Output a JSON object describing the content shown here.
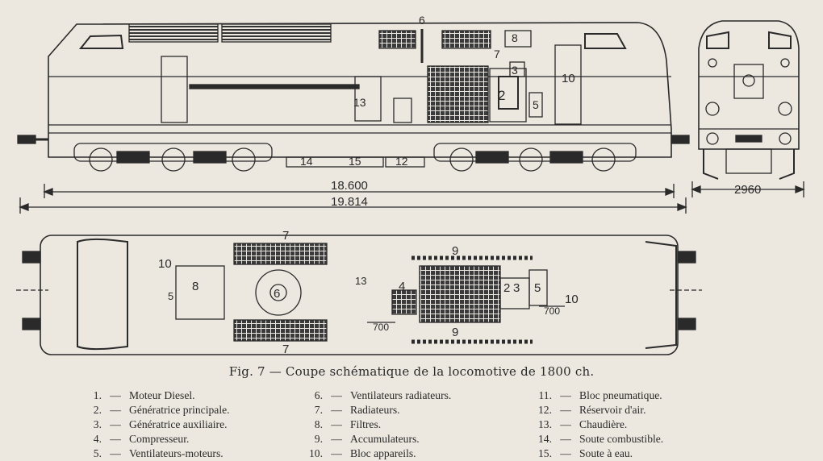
{
  "figure": {
    "caption": "Fig. 7 — Coupe schématique de la locomotive de 1800 ch."
  },
  "dimensions": {
    "overall_length": "18.600",
    "buffer_length": "19.814",
    "width": "2960",
    "plan_gap_left": "700",
    "plan_gap_right": "700"
  },
  "elevation_labels": [
    "6",
    "8",
    "7",
    "10",
    "3",
    "2",
    "5",
    "13",
    "14",
    "15",
    "12"
  ],
  "plan_labels": [
    "7",
    "7",
    "10",
    "8",
    "5",
    "6",
    "13",
    "9",
    "9",
    "4",
    "2",
    "3",
    "5",
    "10"
  ],
  "legend": [
    [
      {
        "num": "1.",
        "label": "Moteur Diesel."
      },
      {
        "num": "2.",
        "label": "Génératrice principale."
      },
      {
        "num": "3.",
        "label": "Génératrice auxiliaire."
      },
      {
        "num": "4.",
        "label": "Compresseur."
      },
      {
        "num": "5.",
        "label": "Ventilateurs-moteurs."
      }
    ],
    [
      {
        "num": "6.",
        "label": "Ventilateurs radiateurs."
      },
      {
        "num": "7.",
        "label": "Radiateurs."
      },
      {
        "num": "8.",
        "label": "Filtres."
      },
      {
        "num": "9.",
        "label": "Accumulateurs."
      },
      {
        "num": "10.",
        "label": "Bloc appareils."
      }
    ],
    [
      {
        "num": "11.",
        "label": "Bloc pneumatique."
      },
      {
        "num": "12.",
        "label": "Réservoir d'air."
      },
      {
        "num": "13.",
        "label": "Chaudière."
      },
      {
        "num": "14.",
        "label": "Soute combustible."
      },
      {
        "num": "15.",
        "label": "Soute à eau."
      }
    ]
  ],
  "colors": {
    "paper": "#ece7df",
    "ink": "#2a2a2a",
    "hatch": "#3a3a3a"
  }
}
